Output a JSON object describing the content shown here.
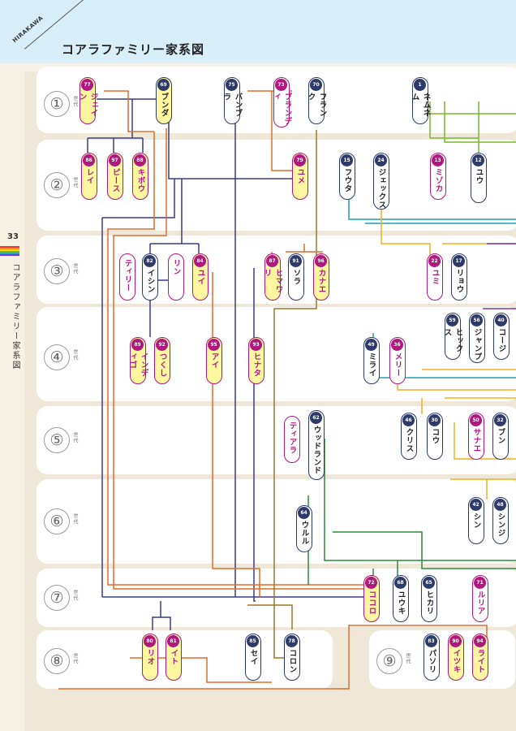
{
  "header": {
    "brand": "HIRAKAWA",
    "title": "コアラファミリー家系図"
  },
  "sidebar": {
    "page_number": "33",
    "label": "コアラファミリー家系図"
  },
  "gen_suffix": "世代",
  "generations": [
    "①",
    "②",
    "③",
    "④",
    "⑤",
    "⑥",
    "⑦",
    "⑧",
    "⑨"
  ],
  "colors": {
    "male": "#2d3a6a",
    "female": "#b0177f",
    "highlight": "#fff6a0",
    "line_blue": "#3a3a8c",
    "line_orange": "#e36a2a",
    "line_olive": "#9a7a2a",
    "line_green": "#7ab72a",
    "line_teal": "#1aa0b0",
    "line_darkgreen": "#2a8a3a",
    "line_amber": "#f0b020",
    "line_purple": "#7a3aa0"
  },
  "koalas": [
    {
      "num": "77",
      "name": "ジェイン",
      "sex": "f",
      "yellow": true
    },
    {
      "num": "69",
      "name": "ブンダ",
      "sex": "m",
      "yellow": true
    },
    {
      "num": "75",
      "name": "バンブラ",
      "sex": "m",
      "yellow": false
    },
    {
      "num": "73",
      "name": "ブランディ",
      "sex": "f",
      "yellow": false
    },
    {
      "num": "70",
      "name": "フランク",
      "sex": "m",
      "yellow": false
    },
    {
      "num": "1",
      "name": "ネムネム",
      "sex": "m",
      "yellow": false
    },
    {
      "num": "86",
      "name": "レイ",
      "sex": "f",
      "yellow": true
    },
    {
      "num": "97",
      "name": "ピース",
      "sex": "f",
      "yellow": true
    },
    {
      "num": "88",
      "name": "キボウ",
      "sex": "f",
      "yellow": true
    },
    {
      "num": "79",
      "name": "ユメ",
      "sex": "f",
      "yellow": true
    },
    {
      "num": "15",
      "name": "フウタ",
      "sex": "m",
      "yellow": false
    },
    {
      "num": "24",
      "name": "ジェックス",
      "sex": "m",
      "yellow": false
    },
    {
      "num": "13",
      "name": "ミゾカ",
      "sex": "f",
      "yellow": false
    },
    {
      "num": "12",
      "name": "ユウ",
      "sex": "m",
      "yellow": false
    },
    {
      "num": "",
      "name": "ティリー",
      "sex": "f",
      "yellow": false
    },
    {
      "num": "82",
      "name": "イシン",
      "sex": "m",
      "yellow": false
    },
    {
      "num": "",
      "name": "リン",
      "sex": "f",
      "yellow": false
    },
    {
      "num": "84",
      "name": "ユイ",
      "sex": "f",
      "yellow": true
    },
    {
      "num": "87",
      "name": "ヒマワリ",
      "sex": "f",
      "yellow": true
    },
    {
      "num": "91",
      "name": "ソラ",
      "sex": "m",
      "yellow": false
    },
    {
      "num": "96",
      "name": "カナエ",
      "sex": "f",
      "yellow": true
    },
    {
      "num": "22",
      "name": "ユミ",
      "sex": "f",
      "yellow": false
    },
    {
      "num": "17",
      "name": "リョウ",
      "sex": "m",
      "yellow": false
    },
    {
      "num": "59",
      "name": "ヒックス",
      "sex": "m",
      "yellow": false
    },
    {
      "num": "56",
      "name": "ジャンプ",
      "sex": "m",
      "yellow": false
    },
    {
      "num": "40",
      "name": "コージ",
      "sex": "m",
      "yellow": false
    },
    {
      "num": "89",
      "name": "インディゴ",
      "sex": "f",
      "yellow": true
    },
    {
      "num": "92",
      "name": "つくし",
      "sex": "f",
      "yellow": true
    },
    {
      "num": "95",
      "name": "アイ",
      "sex": "f",
      "yellow": true
    },
    {
      "num": "93",
      "name": "ヒナタ",
      "sex": "f",
      "yellow": true
    },
    {
      "num": "49",
      "name": "ミライ",
      "sex": "m",
      "yellow": false
    },
    {
      "num": "36",
      "name": "メリー",
      "sex": "f",
      "yellow": false
    },
    {
      "num": "",
      "name": "ティアラ",
      "sex": "f",
      "yellow": false
    },
    {
      "num": "62",
      "name": "ウッドランド",
      "sex": "m",
      "yellow": false
    },
    {
      "num": "46",
      "name": "クリス",
      "sex": "m",
      "yellow": false
    },
    {
      "num": "30",
      "name": "コウ",
      "sex": "m",
      "yellow": false
    },
    {
      "num": "50",
      "name": "サナエ",
      "sex": "f",
      "yellow": false
    },
    {
      "num": "32",
      "name": "ブン",
      "sex": "m",
      "yellow": false
    },
    {
      "num": "64",
      "name": "ウルル",
      "sex": "m",
      "yellow": false
    },
    {
      "num": "42",
      "name": "シン",
      "sex": "m",
      "yellow": false
    },
    {
      "num": "48",
      "name": "シンジ",
      "sex": "m",
      "yellow": false
    },
    {
      "num": "72",
      "name": "ココロ",
      "sex": "f",
      "yellow": true
    },
    {
      "num": "68",
      "name": "ユウキ",
      "sex": "m",
      "yellow": false
    },
    {
      "num": "65",
      "name": "ヒカリ",
      "sex": "m",
      "yellow": false
    },
    {
      "num": "71",
      "name": "ルリア",
      "sex": "f",
      "yellow": false
    },
    {
      "num": "80",
      "name": "リオ",
      "sex": "f",
      "yellow": true
    },
    {
      "num": "81",
      "name": "イト",
      "sex": "f",
      "yellow": true
    },
    {
      "num": "85",
      "name": "セイ",
      "sex": "m",
      "yellow": false
    },
    {
      "num": "78",
      "name": "コロン",
      "sex": "m",
      "yellow": false
    },
    {
      "num": "83",
      "name": "パソリ",
      "sex": "m",
      "yellow": false
    },
    {
      "num": "90",
      "name": "イツキ",
      "sex": "f",
      "yellow": true
    },
    {
      "num": "94",
      "name": "ライト",
      "sex": "f",
      "yellow": true
    }
  ]
}
